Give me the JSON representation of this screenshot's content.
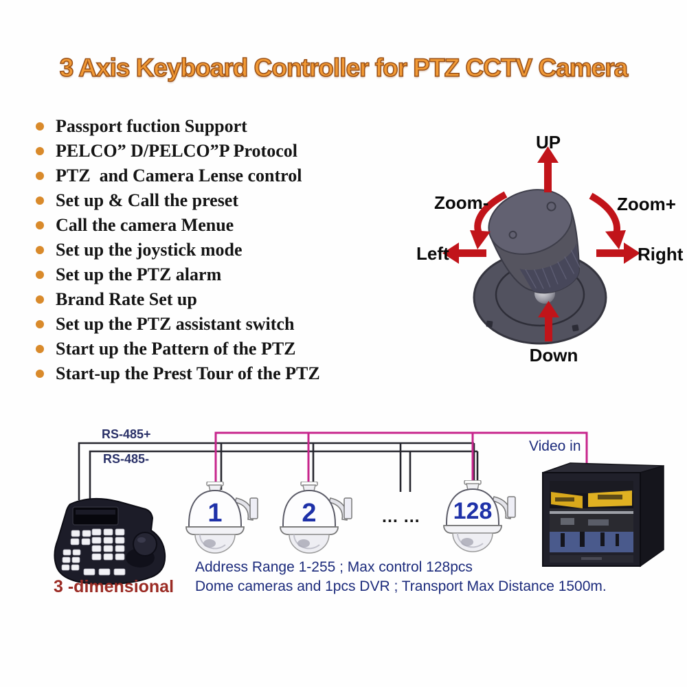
{
  "title": "3 Axis Keyboard Controller for PTZ CCTV Camera",
  "title_colors": {
    "fill": "#f29a35",
    "outline": "#9c5218"
  },
  "features": [
    "Passport fuction Support",
    "PELCO” D/PELCO”P Protocol",
    "PTZ  and Camera Lense control",
    "Set up & Call the preset",
    "Call the camera Menue",
    "Set up the joystick mode",
    "Set up the PTZ alarm",
    "Brand Rate Set up",
    "Set up the PTZ assistant switch",
    "Start up the Pattern of the PTZ",
    "Start-up the Prest Tour of the PTZ"
  ],
  "joystick": {
    "up": "UP",
    "zoom_minus": "Zoom-",
    "zoom_plus": "Zoom+",
    "left": "Left",
    "right": "Right",
    "down": "Down",
    "arrow_color": "#c1141a"
  },
  "diagram": {
    "rs485_plus": "RS-485+",
    "rs485_minus": "RS-485-",
    "video_in": "Video in",
    "controller_label": "3 -dimensional",
    "cameras": [
      {
        "label": "1"
      },
      {
        "label": "2"
      },
      {
        "label": "128"
      }
    ],
    "ellipsis": "... ...",
    "caption_line1": "Address Range 1-255 ; Max control 128pcs",
    "caption_line2": "Dome cameras and 1pcs DVR ; Transport Max Distance 1500m.",
    "colors": {
      "rs485_wire": "#26262e",
      "video_wire": "#c7258c",
      "camera_number": "#1e31a8",
      "caption_text": "#1b2a7b"
    }
  }
}
